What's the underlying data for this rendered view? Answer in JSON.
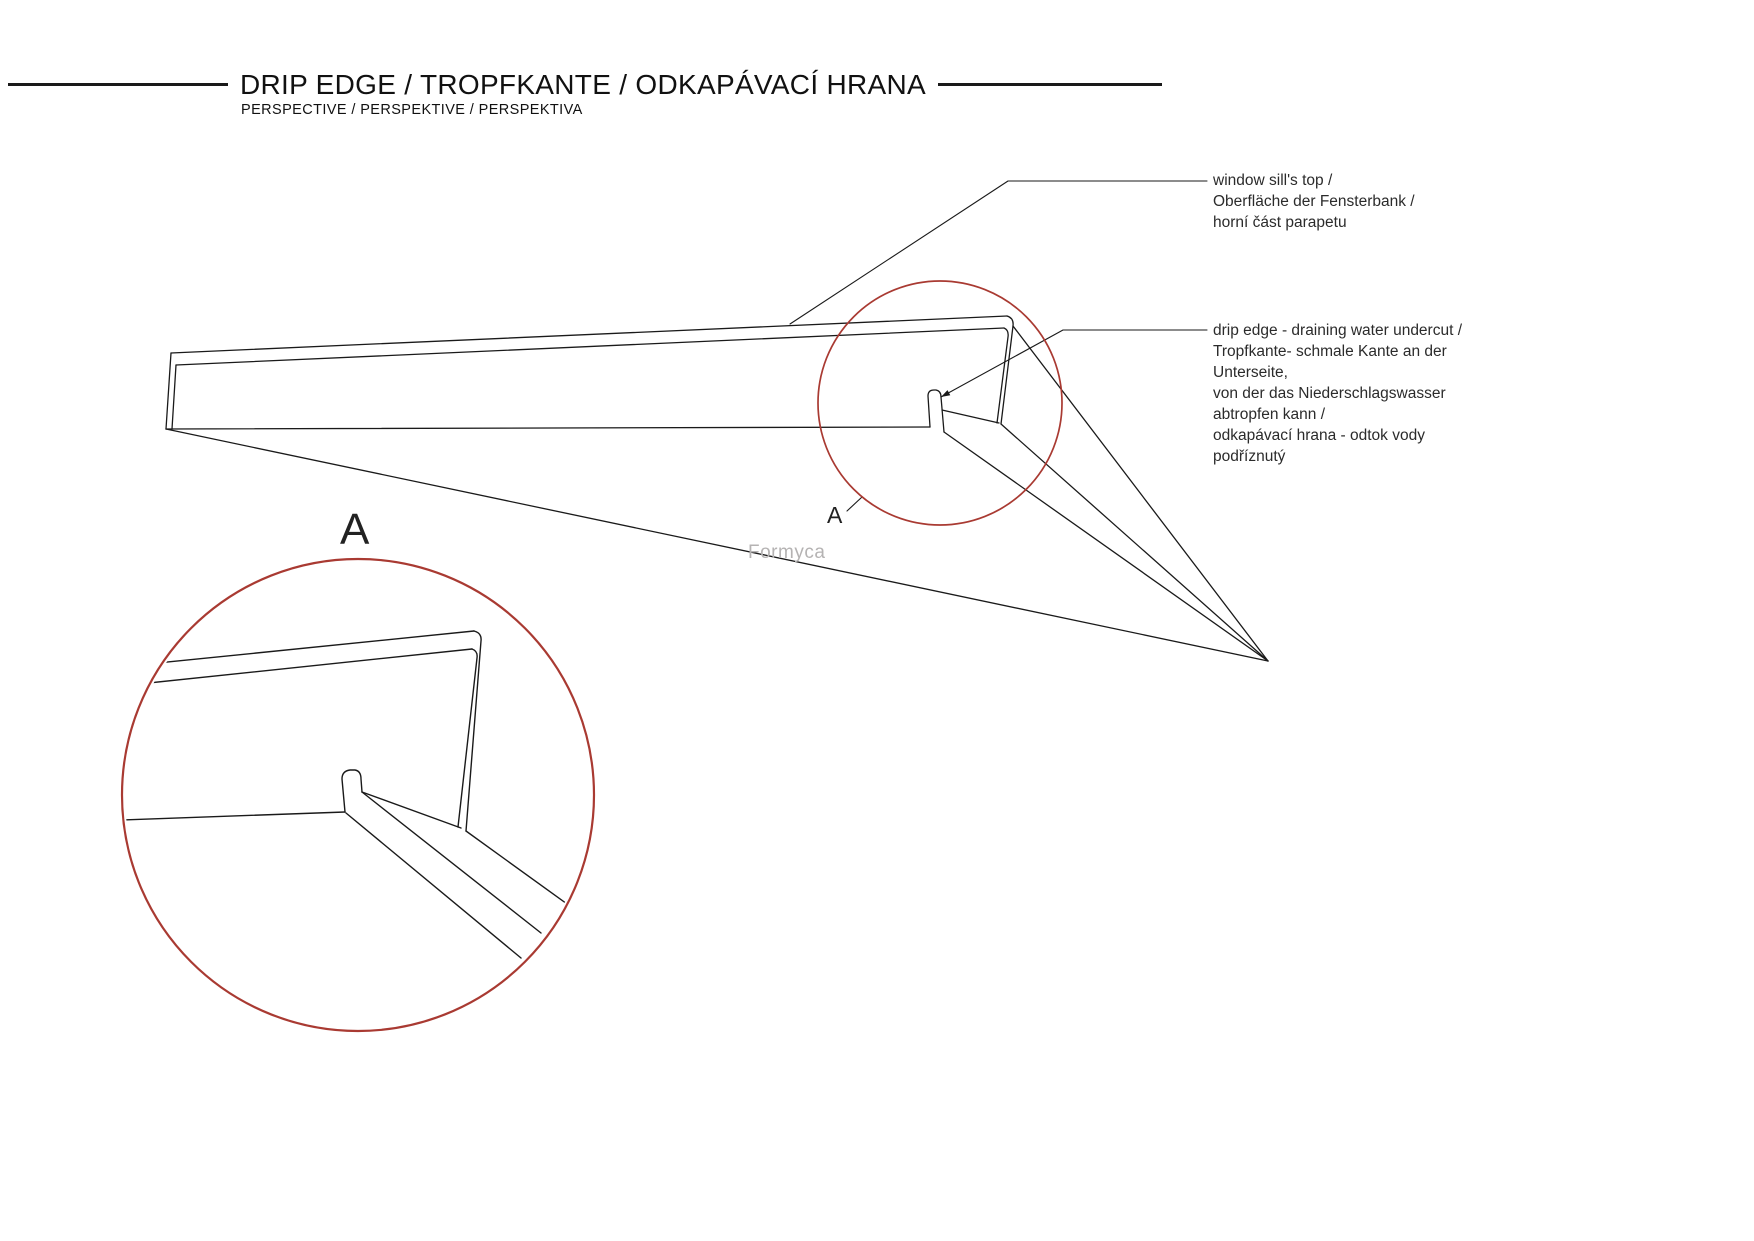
{
  "header": {
    "title": "DRIP EDGE / TROPFKANTE / ODKAPÁVACÍ HRANA",
    "subtitle": "PERSPECTIVE / PERSPEKTIVE / PERSPEKTIVA"
  },
  "annotations": {
    "window_sill_top": "window sill's top /\nOberfläche der Fensterbank /\nhorní část parapetu",
    "drip_edge": "drip edge - draining water undercut /\nTropfkante- schmale Kante an der\nUnterseite,\nvon der das Niederschlagswasser\nabtropfen kann /\nodkapávací hrana - odtok vody\npodříznutý"
  },
  "labels": {
    "detail_marker": "A",
    "detail_view": "A"
  },
  "watermark": "Formyca",
  "colors": {
    "ink": "#1a1a1a",
    "accent_red": "#a93a32",
    "watermark": "#b5b3b3",
    "text": "#2b2b2b"
  }
}
